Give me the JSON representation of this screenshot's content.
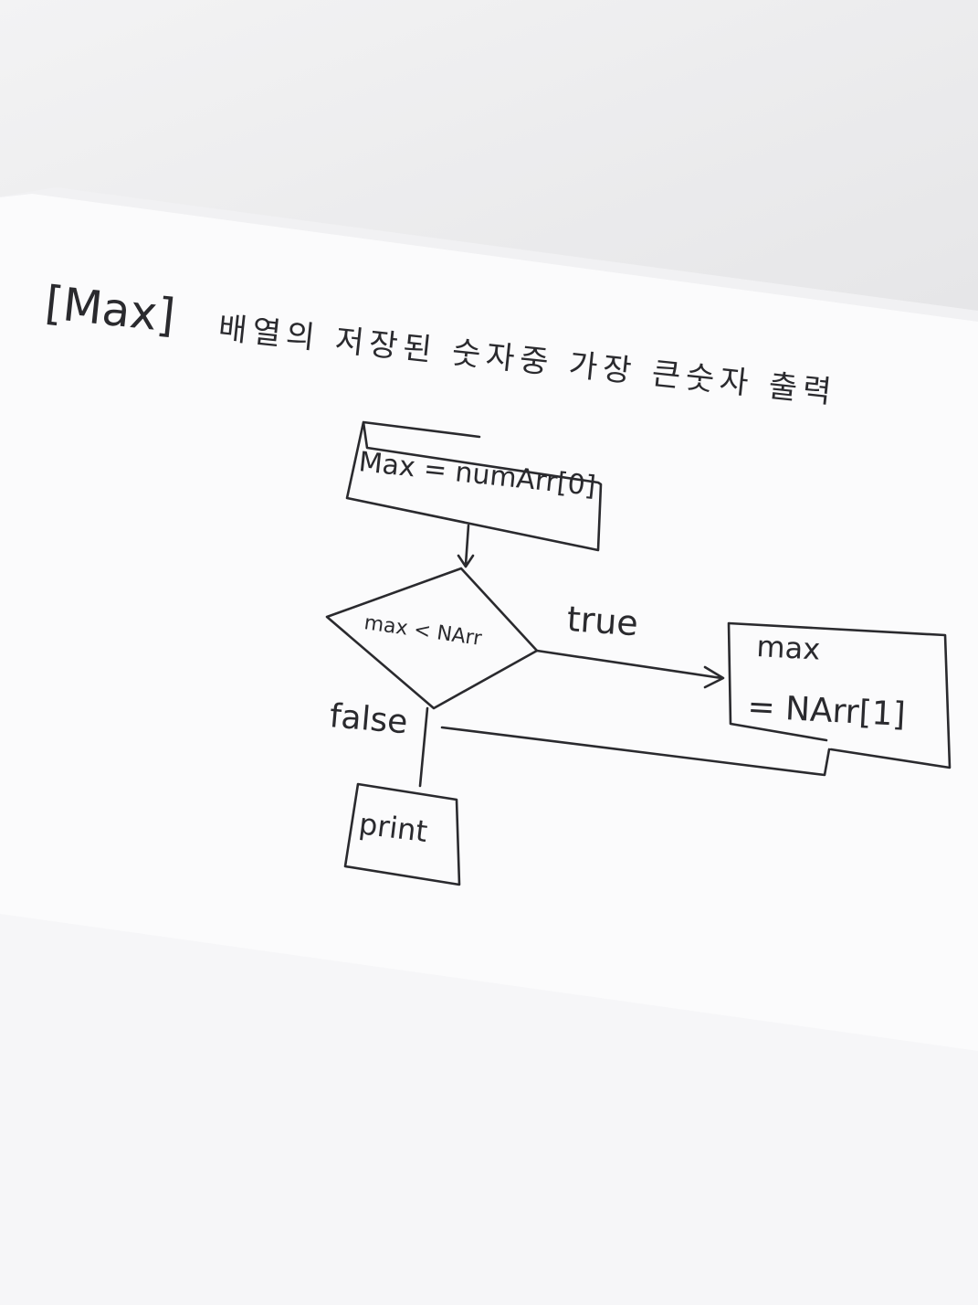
{
  "title": {
    "bracket": "[Max]",
    "description": "배열의 저장된 숫자중 가장 큰숫자 출력"
  },
  "flowchart": {
    "init": "Max = numArr[0]",
    "condition": "max < NArr",
    "branch_true": "true",
    "branch_false": "false",
    "assign_line1": "max",
    "assign_line2": "= NArr[1]",
    "output": "print"
  },
  "colors": {
    "ink": "#2a2a2e",
    "paper": "#fbfbfc",
    "desk": "#e9e9ea"
  }
}
